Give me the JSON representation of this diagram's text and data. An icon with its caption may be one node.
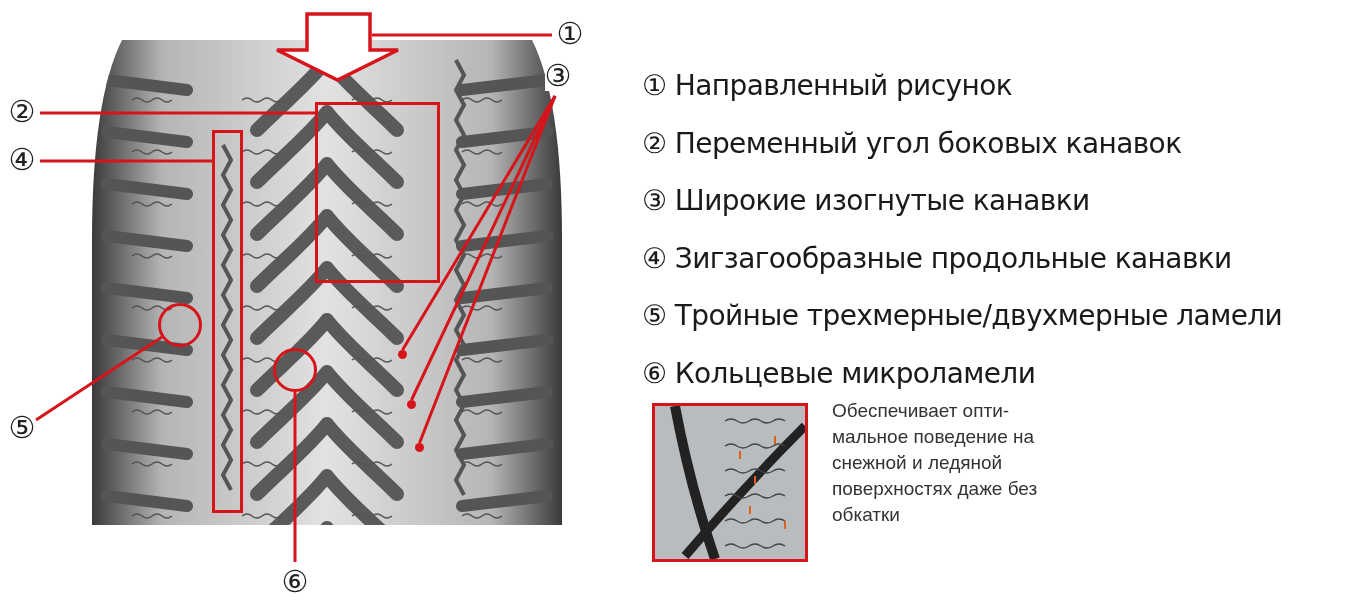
{
  "diagram": {
    "nodes": [
      {
        "text": [
          "①"
        ]
      },
      {
        "text": [
          "②"
        ]
      },
      {
        "text": [
          "③"
        ]
      },
      {
        "text": [
          "④"
        ]
      },
      {
        "text": [
          "⑤"
        ]
      },
      {
        "text": [
          "⑥"
        ]
      },
      {
        "text": [],
        "shape": "arrow"
      },
      {
        "text": [],
        "shape": "box"
      },
      {
        "text": [],
        "shape": "box"
      },
      {
        "text": [],
        "shape": "circle"
      },
      {
        "text": [],
        "shape": "circle"
      },
      {
        "text": [],
        "shape": "circle"
      },
      {
        "text": [],
        "shape": "circle"
      },
      {
        "text": [],
        "shape": "circle"
      },
      {
        "text": [],
        "shape": "picture",
        "beside": [
          "Обеспечивает опти- мальное поведение на снежной и ледяной поверхностях даже без обкатки"
        ]
      }
    ],
    "edges": [
      {
        "from": 0,
        "to": 6,
        "arrow": "none"
      },
      {
        "from": 1,
        "to": 8,
        "arrow": "none"
      },
      {
        "from": 3,
        "to": 7,
        "arrow": "none"
      },
      {
        "from": 2,
        "to": 11,
        "arrow": "none"
      },
      {
        "from": 2,
        "to": 12,
        "arrow": "none"
      },
      {
        "from": 2,
        "to": 13,
        "arrow": "none"
      },
      {
        "from": 4,
        "to": 9,
        "arrow": "none"
      },
      {
        "from": 5,
        "to": 10,
        "arrow": "none"
      }
    ],
    "labels": [
      "① Направленный рисунок",
      "② Переменный угол боковых канавок",
      "③ Широкие изогнутые канавки",
      "④ Зигзагообразные продольные канавки",
      "⑤ Тройные трехмерные/двухмерные ламели",
      "⑥ Кольцевые микроламели"
    ]
  }
}
